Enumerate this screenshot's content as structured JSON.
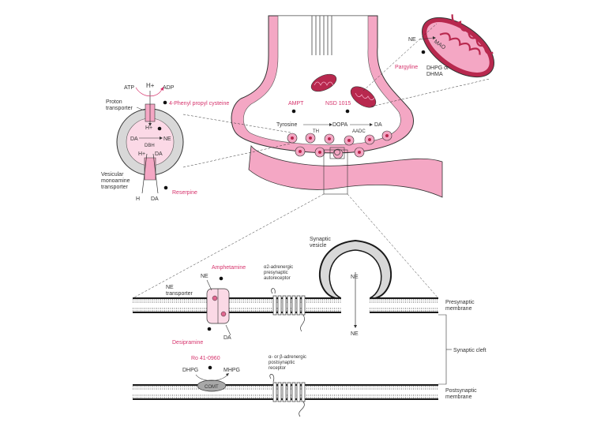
{
  "colors": {
    "pink_fill": "#f4a7c4",
    "pink_light": "#fbd9e6",
    "pink_dark": "#e0668f",
    "magenta_text": "#d6336c",
    "mito_red": "#b8284e",
    "line": "#333333",
    "membrane_dark": "#1a1a1a"
  },
  "terminal": {
    "mito_enzyme": "MAO",
    "ne_label": "NE",
    "pargyline": "Pargyline",
    "dopeg": "DHPG or DHMA",
    "amptm": "AMPT",
    "nsd": "NSD 1015",
    "tyrosine": "Tyrosine",
    "dopa": "DOPA",
    "da": "DA",
    "th": "TH",
    "aadc": "AADC"
  },
  "vesicle": {
    "atp": "ATP",
    "adp": "ADP",
    "h_plus": "H+",
    "proton_transporter": [
      "Proton",
      "transporter"
    ],
    "inhibitor": "4-Phenyl propyl cysteine",
    "da": "DA",
    "ne": "NE",
    "dbh": "DBH",
    "vmat": [
      "Vesicular",
      "monoamine",
      "transporter"
    ],
    "reserpine": "Reserpine",
    "h": "H",
    "da_bottom": "DA"
  },
  "synapse": {
    "synaptic_vesicle": [
      "Synaptic",
      "vesicle"
    ],
    "amphetamine": "Amphetamine",
    "ne_transporter": [
      "NE",
      "transporter"
    ],
    "ne_top": "NE",
    "da": "DA",
    "desipramine": "Desipramine",
    "alpha2": [
      "α2-adrenergic",
      "presynaptic",
      "autoreceptor"
    ],
    "ne_vesicle": "NE",
    "ne_released": "NE",
    "presynaptic": [
      "Presynaptic",
      "membrane"
    ],
    "synaptic_cleft": "Synaptic cleft",
    "postsynaptic": [
      "Postsynaptic",
      "membrane"
    ],
    "ro": "Ro 41-0960",
    "dhpg": "DHPG",
    "mhpg": "MHPG",
    "comt": "COMT",
    "alpha_beta": [
      "α- or β-adrenergic",
      "postsynaptic",
      "receptor"
    ]
  }
}
